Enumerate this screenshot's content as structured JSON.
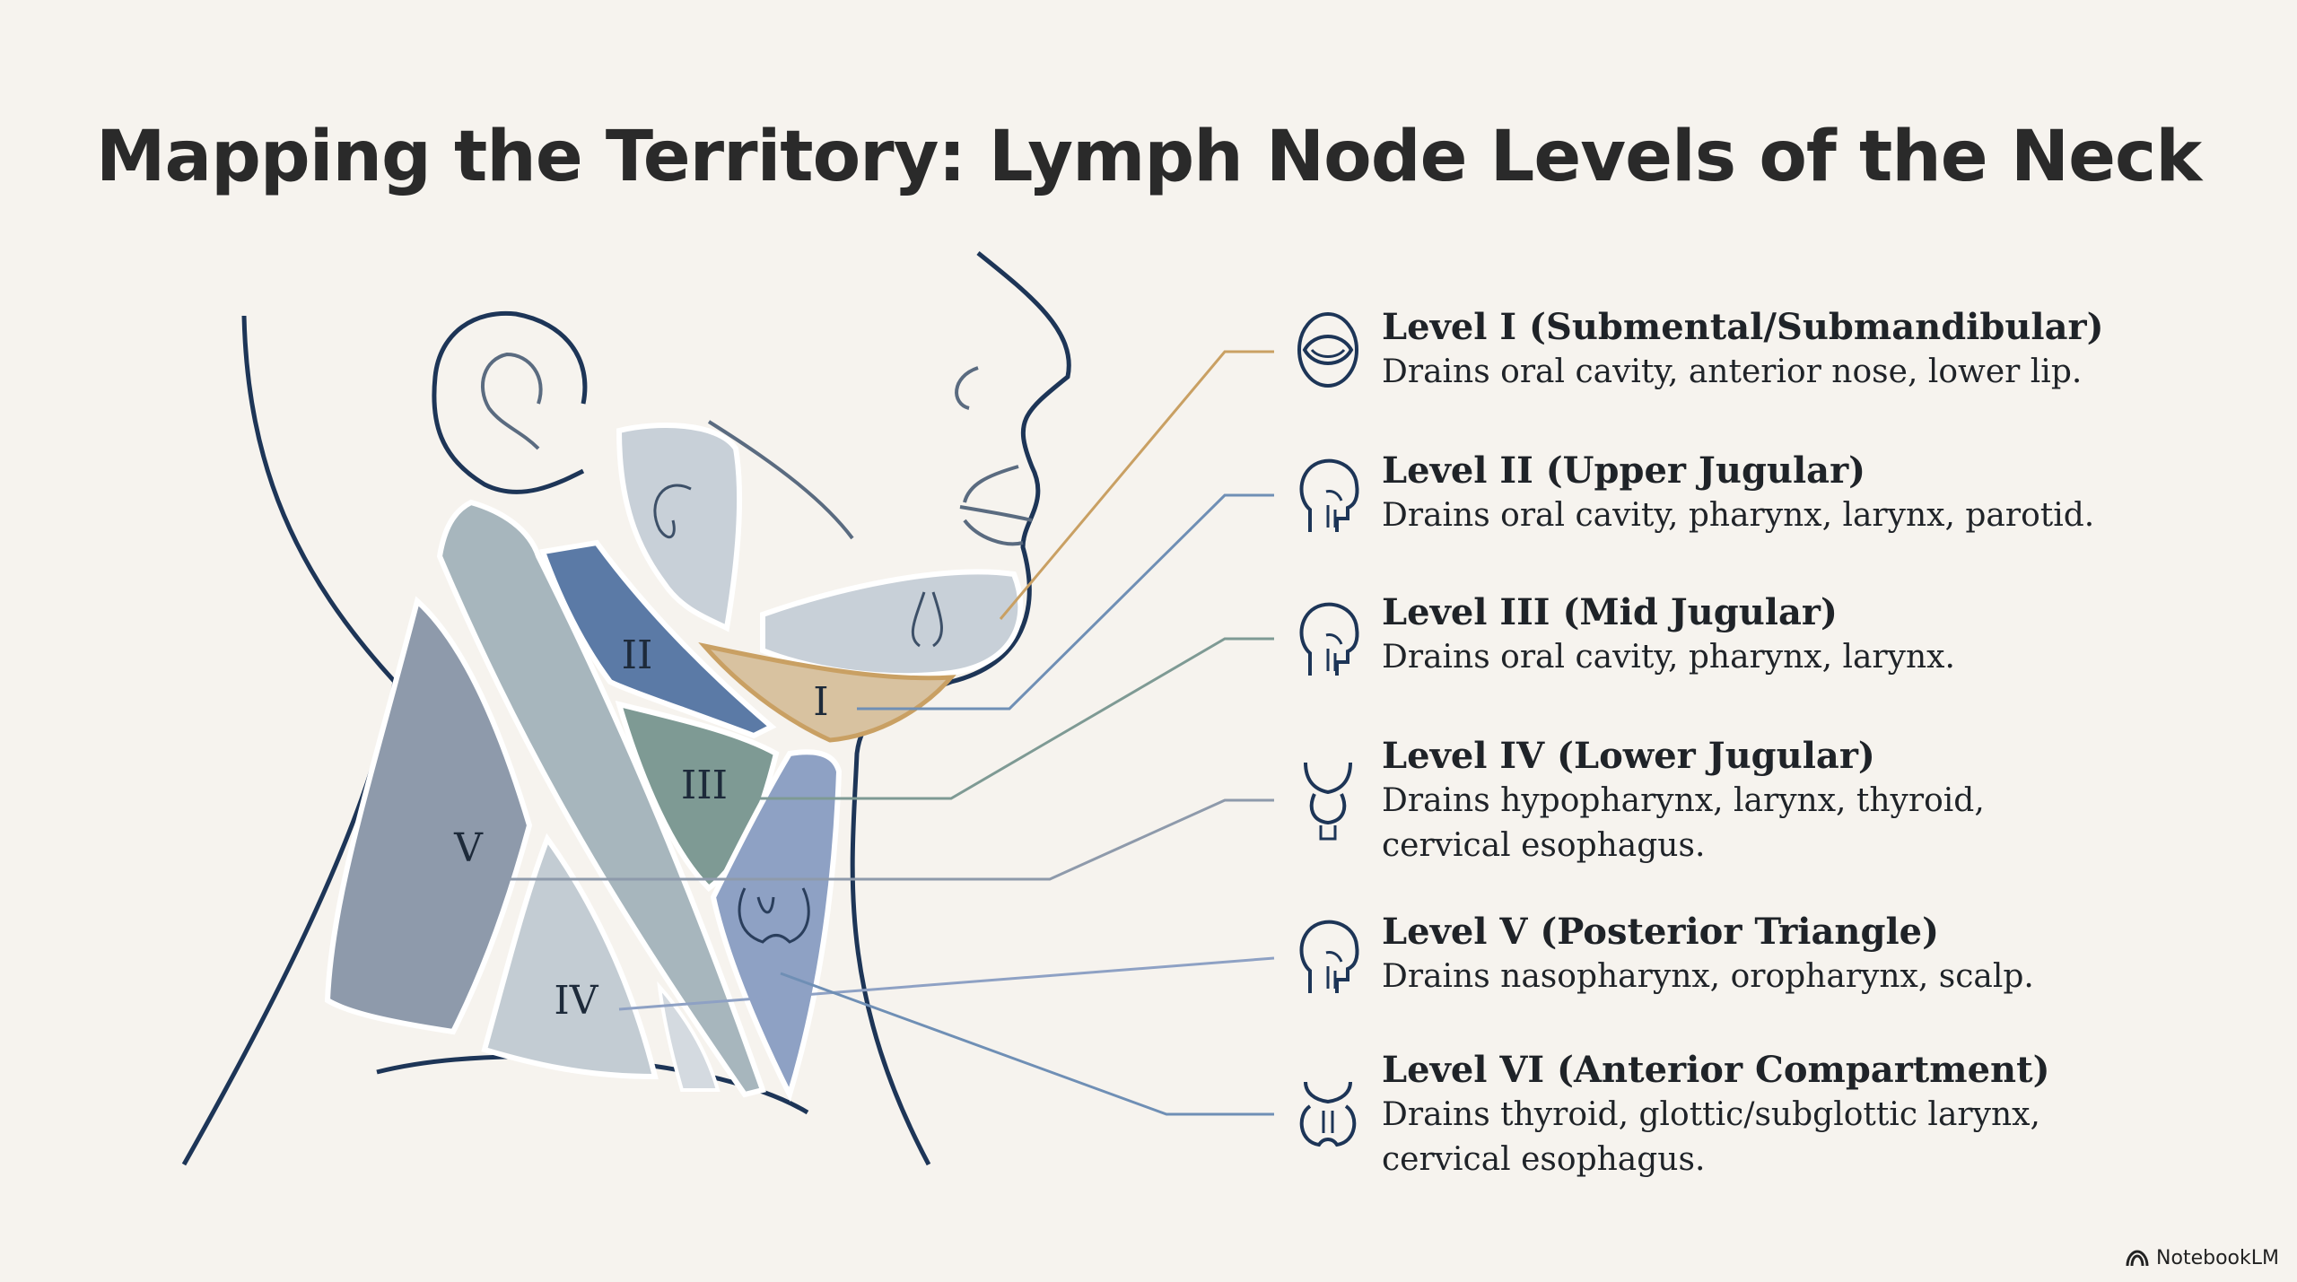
{
  "title": "Mapping the Territory: Lymph Node Levels of the Neck",
  "region_labels": {
    "I": "I",
    "II": "II",
    "III": "III",
    "IV": "IV",
    "V": "V"
  },
  "levels": [
    {
      "title": "Level I (Submental/Submandibular)",
      "desc": "Drains oral cavity, anterior nose, lower lip.",
      "icon": "mouth-icon"
    },
    {
      "title": "Level II (Upper Jugular)",
      "desc": "Drains oral cavity, pharynx, larynx, parotid.",
      "icon": "head-profile-icon"
    },
    {
      "title": "Level III (Mid Jugular)",
      "desc": "Drains oral cavity, pharynx, larynx.",
      "icon": "head-profile-icon"
    },
    {
      "title": "Level IV (Lower Jugular)",
      "desc": "Drains hypopharynx, larynx, thyroid, cervical esophagus.",
      "icon": "larynx-icon"
    },
    {
      "title": "Level V (Posterior Triangle)",
      "desc": "Drains nasopharynx, oropharynx, scalp.",
      "icon": "head-profile-icon"
    },
    {
      "title": "Level VI (Anterior Compartment)",
      "desc": "Drains thyroid, glottic/subglottic larynx, cervical esophagus.",
      "icon": "thyroid-icon"
    }
  ],
  "colors": {
    "outline": "#1d3557",
    "level_I": "#d4b48a",
    "level_II": "#5b7aa6",
    "level_III": "#7e9a94",
    "level_IV": "#c3ccd3",
    "level_V": "#8e9aab",
    "level_VI": "#8ea1c4",
    "leader_gold": "#c9a063",
    "leader_blue": "#6f8fb5"
  },
  "brand": "NotebookLM"
}
